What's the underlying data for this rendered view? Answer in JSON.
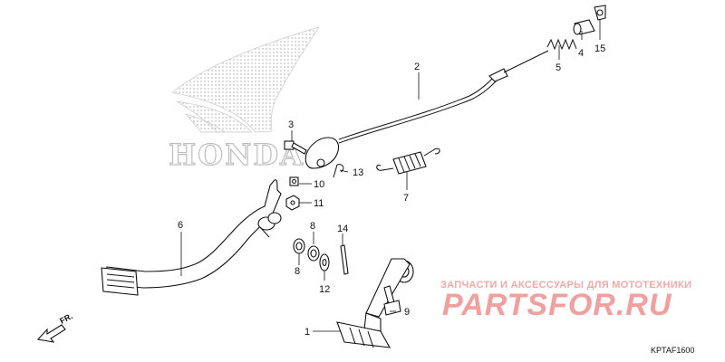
{
  "diagram": {
    "code": "KPTAF1600",
    "direction_label": "FR.",
    "watermark_brand": "HONDA",
    "watermark_line1": "ЗАПЧАСТИ И АКСЕССУАРЫ ДЛЯ МОТОТЕХНИКИ",
    "watermark_line2": "PARTSFOR.RU",
    "callouts": [
      {
        "id": "1",
        "label": "1"
      },
      {
        "id": "2",
        "label": "2"
      },
      {
        "id": "3",
        "label": "3"
      },
      {
        "id": "4",
        "label": "4"
      },
      {
        "id": "5",
        "label": "5"
      },
      {
        "id": "6",
        "label": "6"
      },
      {
        "id": "7",
        "label": "7"
      },
      {
        "id": "8a",
        "label": "8"
      },
      {
        "id": "8b",
        "label": "8"
      },
      {
        "id": "9",
        "label": "9"
      },
      {
        "id": "10",
        "label": "10"
      },
      {
        "id": "11",
        "label": "11"
      },
      {
        "id": "12",
        "label": "12"
      },
      {
        "id": "13",
        "label": "13"
      },
      {
        "id": "14",
        "label": "14"
      },
      {
        "id": "15",
        "label": "15"
      }
    ]
  }
}
